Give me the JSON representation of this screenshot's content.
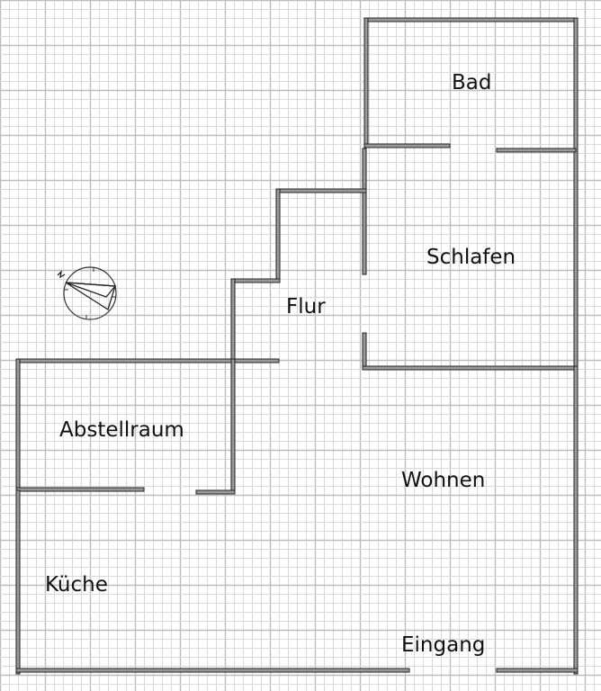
{
  "colors": {
    "background": "#ffffff",
    "grid_minor": "#d9d9d9",
    "grid_major": "#bcbcbc",
    "wall_fill": "#9a9a9a",
    "wall_outline": "#222222",
    "label": "#111111"
  },
  "rooms": {
    "bad": "Bad",
    "schlafen": "Schlafen",
    "flur": "Flur",
    "abstellraum": "Abstellraum",
    "wohnen": "Wohnen",
    "kueche": "Küche",
    "eingang": "Eingang"
  },
  "compass": {
    "icon": "compass-icon"
  }
}
